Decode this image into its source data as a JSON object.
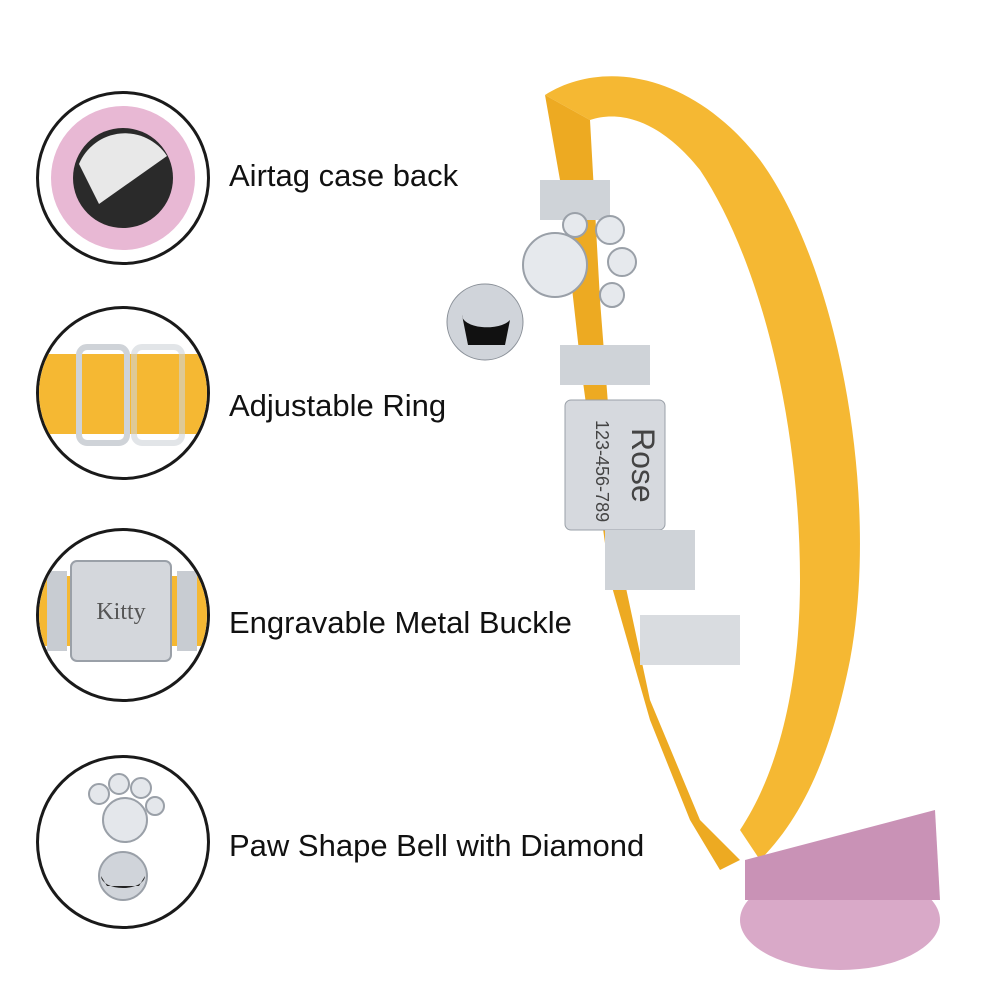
{
  "features": [
    {
      "label": "Airtag case back",
      "icon": "airtag-case-icon"
    },
    {
      "label": "Adjustable Ring",
      "icon": "adjustable-ring-icon"
    },
    {
      "label": "Engravable Metal Buckle",
      "icon": "metal-buckle-icon",
      "engraving": "Kitty"
    },
    {
      "label": "Paw Shape Bell with Diamond",
      "icon": "paw-bell-icon"
    }
  ],
  "collar": {
    "engraving_name": "Rose",
    "engraving_number": "123-456-789",
    "band_color": "#F5B833",
    "case_color": "#D9A9C8",
    "metal_color": "#C8CCD2"
  }
}
